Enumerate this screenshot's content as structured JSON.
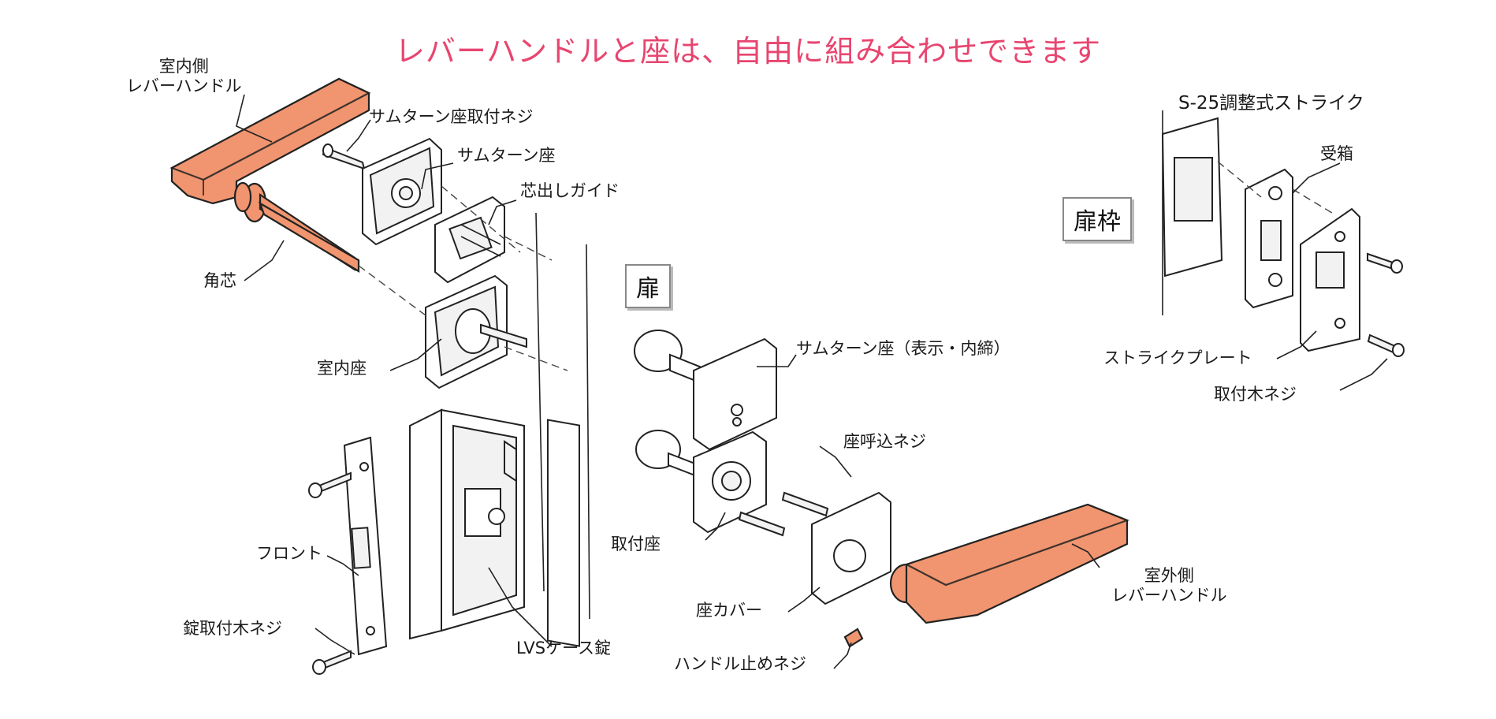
{
  "headline": "レバーハンドルと座は、自由に組み合わせできます",
  "labels": {
    "indoor_lever": "室内側\nレバーハンドル",
    "thumbturn_screw": "サムターン座取付ネジ",
    "thumbturn_seat": "サムターン座",
    "centering_guide": "芯出しガイド",
    "square_spindle": "角芯",
    "indoor_seat": "室内座",
    "door": "扉",
    "thumbturn_seat_indicator": "サムターン座（表示・内締）",
    "seat_screw": "座呼込ネジ",
    "mount_seat": "取付座",
    "seat_cover": "座カバー",
    "front": "フロント",
    "lock_wood_screw": "錠取付木ネジ",
    "lvs_case_lock": "LVSケース錠",
    "handle_set_screw": "ハンドル止めネジ",
    "outdoor_lever": "室外側\nレバーハンドル",
    "strike_title": "S-25調整式ストライク",
    "door_frame": "扉枠",
    "strike_box": "受箱",
    "strike_plate": "ストライクプレート",
    "mount_wood_screw": "取付木ネジ"
  },
  "colors": {
    "headline": "#e8456f",
    "lever": "#f0956f",
    "line": "#222222"
  }
}
